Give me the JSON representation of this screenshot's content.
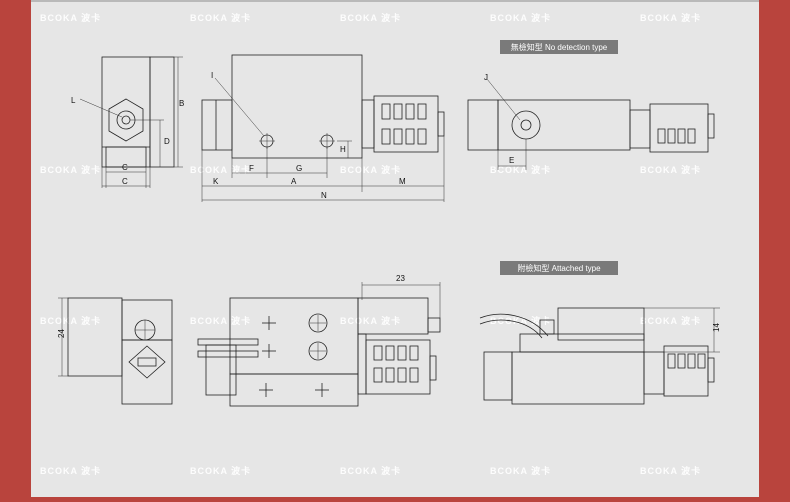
{
  "watermark": "BCOKA 波卡",
  "banners": {
    "no_detection": "無檢知型 No detection type",
    "attached": "附檢知型 Attached type"
  },
  "labels": {
    "L": "L",
    "B": "B",
    "D": "D",
    "C": "C",
    "I": "I",
    "F": "F",
    "G": "G",
    "H": "H",
    "K": "K",
    "A": "A",
    "M": "M",
    "N": "N",
    "J": "J",
    "E": "E",
    "dim23": "23",
    "dim24": "24",
    "dim14": "14"
  },
  "colors": {
    "frame": "#b9443d",
    "sheet": "#e6e6e6",
    "banner": "#7a7a7a",
    "line": "#222222"
  }
}
